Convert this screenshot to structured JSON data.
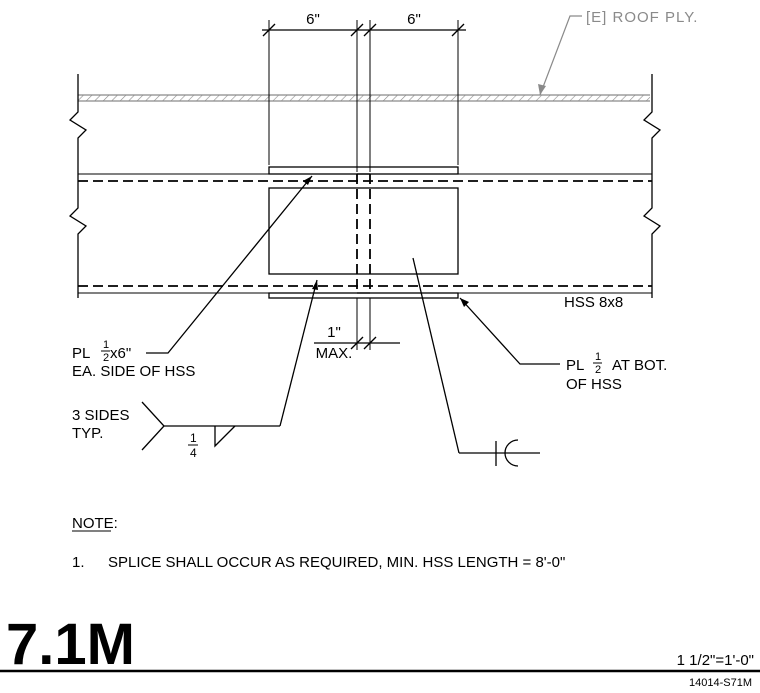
{
  "dims": {
    "left": "6\"",
    "right": "6\"",
    "gap_value": "1\"",
    "gap_suffix": "MAX."
  },
  "callouts": {
    "roof": "[E] ROOF PLY.",
    "hss": "HSS 8x8",
    "top_plate_pl": "PL",
    "top_plate_num": "1",
    "top_plate_den": "2",
    "top_plate_size": "x6\"",
    "top_plate_line2": "EA. SIDE OF HSS",
    "bot_plate_pl": "PL",
    "bot_plate_num": "1",
    "bot_plate_den": "2",
    "bot_plate_rest": "AT BOT.",
    "bot_plate_line2": "OF HSS",
    "weld_line1": "3 SIDES",
    "weld_line2": "TYP.",
    "weld_num": "1",
    "weld_den": "4"
  },
  "note": {
    "heading": "NOTE:",
    "item_number": "1.",
    "item_text": "SPLICE SHALL OCCUR AS REQUIRED, MIN. HSS LENGTH = 8'-0\""
  },
  "title_block": {
    "detail_number": "7.1M",
    "scale": "1 1/2\"=1'-0\"",
    "drawing_ref": "14014-S71M"
  }
}
